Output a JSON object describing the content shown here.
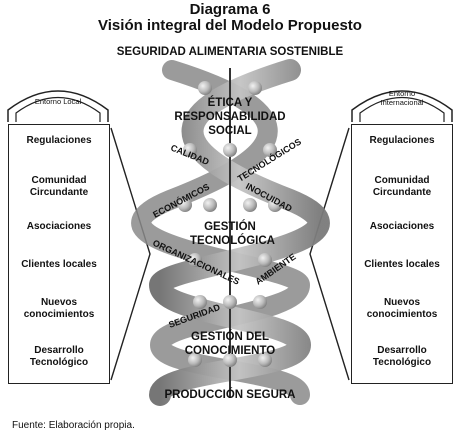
{
  "header": {
    "title_line1": "Diagrama  6",
    "title_line2": "Visión integral del Modelo Propuesto",
    "subtitle": "SEGURIDAD ALIMENTARIA SOSTENIBLE"
  },
  "left_panel": {
    "arch_label": "Entorno Local",
    "items": [
      "Regulaciones",
      "Comunidad Circundante",
      "Asociaciones",
      "Clientes locales",
      "Nuevos conocimientos",
      "Desarrollo Tecnológico"
    ]
  },
  "right_panel": {
    "arch_label": "Entorno Internacional",
    "items": [
      "Regulaciones",
      "Comunidad Circundante",
      "Asociaciones",
      "Clientes locales",
      "Nuevos conocimientos",
      "Desarrollo Tecnológico"
    ]
  },
  "center": {
    "top_label": "ÉTICA Y RESPONSABILIDAD SOCIAL",
    "middle_label": "GESTIÓN TECNOLÓGICA",
    "lower_label": "GESTIÓN DEL CONOCIMIENTO",
    "bottom_label": "PRODUCCIÓN SEGURA",
    "helix_words": {
      "calidad": "CALIDAD",
      "tecnologicos": "TECNOLÓGICOS",
      "economicos": "ECONÓMICOS",
      "inocuidad": "INOCUIDAD",
      "organizacionales": "ORGANIZACIONALES",
      "ambiente": "AMBIENTE",
      "seguridad": "SEGURIDAD"
    }
  },
  "footer": {
    "source": "Fuente: Elaboración propia."
  },
  "colors": {
    "helix_band": "#8f8f8f",
    "helix_band_light": "#c9c9c9",
    "sphere": "#b5b5b5",
    "text": "#111111"
  }
}
